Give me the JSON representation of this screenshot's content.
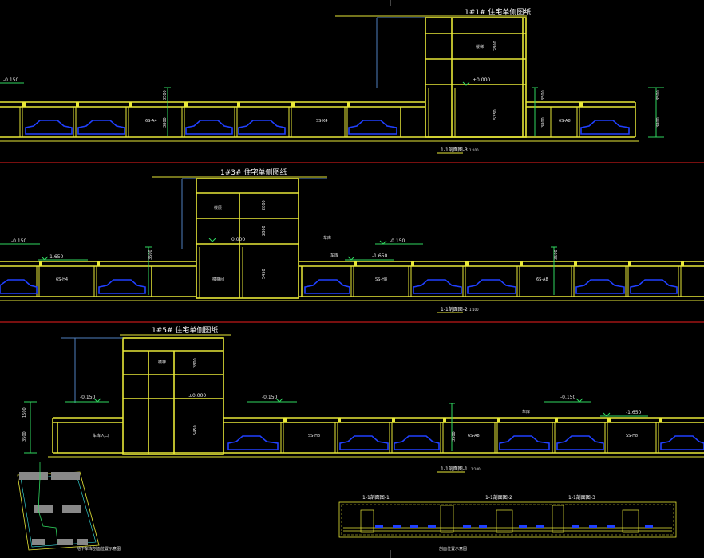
{
  "colors": {
    "background": "#000000",
    "wall": "#e8e838",
    "thin_wall": "#c8c830",
    "ground_line": "#e8e838",
    "cyan": "#38e8e8",
    "green": "#30d860",
    "red_section": "#c01818",
    "car": "#2040ff",
    "white": "#ffffff",
    "gray": "#888888",
    "room_text": "#e8e8e8",
    "dim_text": "#e8e8e8"
  },
  "section3": {
    "title": "1#1# 住宅单侧图纸",
    "elev_left": "-0.150",
    "elev_core": "±0.000",
    "dims": [
      "3500",
      "3800",
      "2800",
      "5250",
      "3500",
      "3800",
      "3500",
      "3800"
    ],
    "rooms": [
      "6S-A4",
      "SS-K4",
      "6S-A8"
    ],
    "core_room": "楼梯",
    "caption": "1-1剖面图-3",
    "scale": "1:100"
  },
  "section2": {
    "title": "1#3# 住宅单侧图纸",
    "elev_left": "-0.150",
    "elev_basement_left": "-1.650",
    "elev_core": "0.000",
    "elev_right": "-0.150",
    "elev_basement_right": "-1.650",
    "dims": [
      "3500",
      "2800",
      "2800",
      "5450",
      "3500"
    ],
    "rooms": [
      "6S-H4",
      "SS-H8",
      "6S-A8"
    ],
    "core_room": "楼梯间",
    "core_floor": "楼层",
    "label_mid": "车库",
    "label_right": "车库",
    "caption": "1-1剖面图-2",
    "scale": "1:100"
  },
  "section1": {
    "title": "1#5# 住宅单侧图纸",
    "elev_left": "-0.150",
    "elev_core": "±0.000",
    "elev_mid": "-0.150",
    "elev_right": "-0.150",
    "elev_basement_right": "-1.650",
    "dims": [
      "1500",
      "3500",
      "2800",
      "5450",
      "3500"
    ],
    "rooms": [
      "车库入口",
      "SS-H8",
      "6S-A8",
      "SS-H8"
    ],
    "core_room": "楼梯",
    "label_mid": "车库",
    "caption": "1-1剖面图-1",
    "scale": "1:100"
  },
  "key_plan": {
    "labels": [
      "1-1剖面图-1",
      "1-1剖面图-2",
      "1-1剖面图-3"
    ],
    "caption": "剖面位置示意图"
  },
  "site_plan": {
    "caption": "地下车库剖面位置示意图"
  }
}
